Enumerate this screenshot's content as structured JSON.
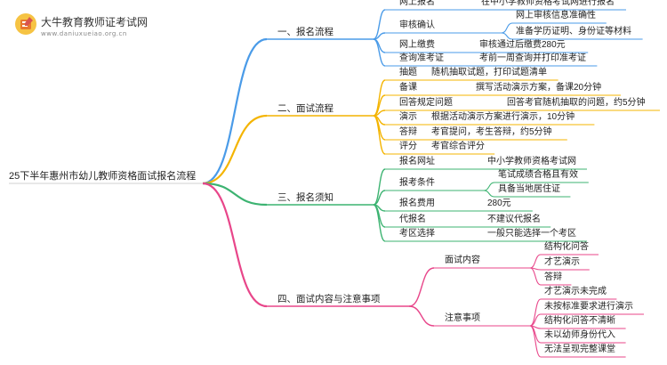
{
  "brand": {
    "name": "大牛教育教师证考试网",
    "url": "www.daniuxueiao.org.cn",
    "logo_icon": "book-pencil-icon"
  },
  "root": "25下半年惠州市幼儿教师资格面试报名流程",
  "colors": {
    "root_line": "#d9d9d9",
    "branch1": "#4a9be8",
    "branch2": "#f4b400",
    "branch3": "#3cb371",
    "branch4": "#e8468a"
  },
  "branches": [
    {
      "label": "一、报名流程",
      "children": [
        {
          "label": "网上报名",
          "leaves": [
            "在中小学教师资格考试网进行报名"
          ]
        },
        {
          "label": "审核确认",
          "leaves": [
            "网上审核信息准确性",
            "准备学历证明、身份证等材料"
          ]
        },
        {
          "label": "网上缴费",
          "leaves": [
            "审核通过后缴费280元"
          ]
        },
        {
          "label": "查询准考证",
          "leaves": [
            "考前一周查询并打印准考证"
          ]
        }
      ]
    },
    {
      "label": "二、面试流程",
      "children": [
        {
          "label": "抽题",
          "leaves": [
            "随机抽取试题，打印试题清单"
          ]
        },
        {
          "label": "备课",
          "leaves": [
            "撰写活动演示方案，备课20分钟"
          ]
        },
        {
          "label": "回答规定问题",
          "leaves": [
            "回答考官随机抽取的问题，约5分钟"
          ]
        },
        {
          "label": "演示",
          "leaves": [
            "根据活动演示方案进行演示，10分钟"
          ]
        },
        {
          "label": "答辩",
          "leaves": [
            "考官提问，考生答辩，约5分钟"
          ]
        },
        {
          "label": "评分",
          "leaves": [
            "考官综合评分"
          ]
        }
      ]
    },
    {
      "label": "三、报名须知",
      "children": [
        {
          "label": "报名网址",
          "leaves": [
            "中小学教师资格考试网"
          ]
        },
        {
          "label": "报考条件",
          "leaves": [
            "笔试成绩合格且有效",
            "具备当地居住证"
          ]
        },
        {
          "label": "报名费用",
          "leaves": [
            "280元"
          ]
        },
        {
          "label": "代报名",
          "leaves": [
            "不建议代报名"
          ]
        },
        {
          "label": "考区选择",
          "leaves": [
            "一般只能选择一个考区"
          ]
        }
      ]
    },
    {
      "label": "四、面试内容与注意事项",
      "children": [
        {
          "label": "面试内容",
          "leaves": [
            "结构化问答",
            "才艺演示",
            "答辩"
          ]
        },
        {
          "label": "注意事项",
          "leaves": [
            "才艺演示未完成",
            "未按标准要求进行演示",
            "结构化问答不清晰",
            "未以幼师身份代入",
            "无法呈现完整课堂"
          ]
        }
      ]
    }
  ]
}
